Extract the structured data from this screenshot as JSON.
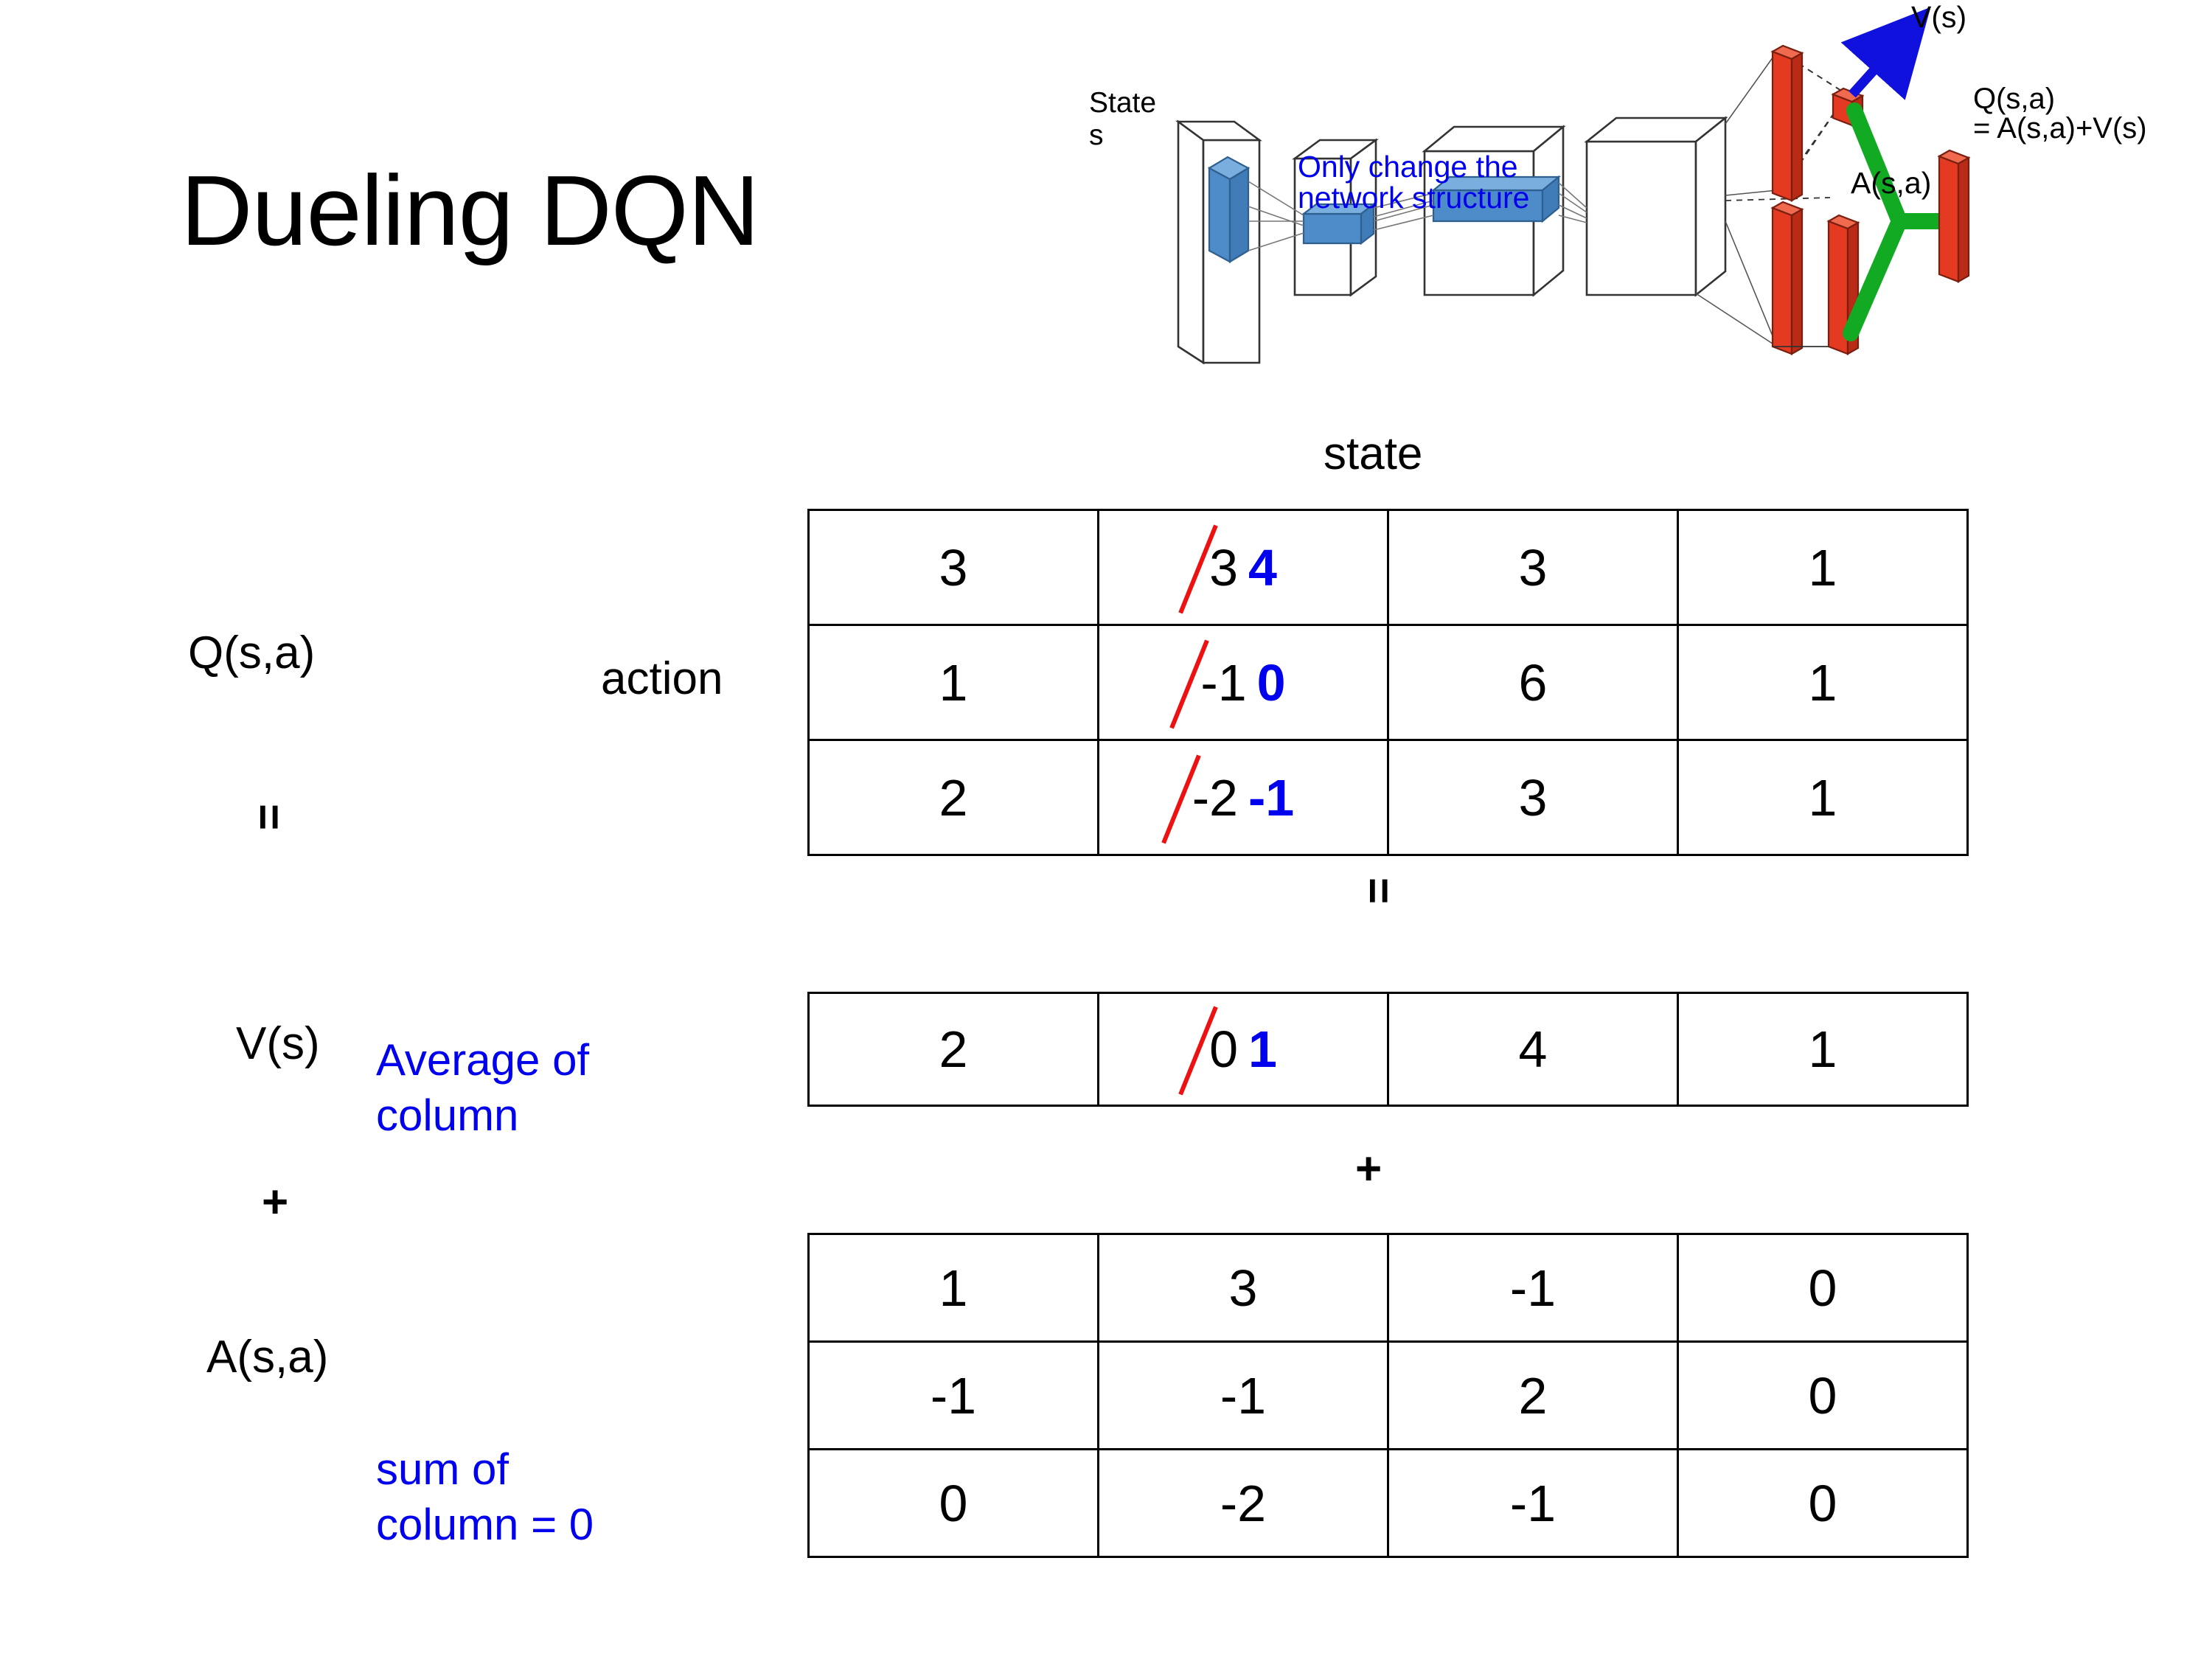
{
  "slide": {
    "title": "Dueling DQN"
  },
  "diagram": {
    "state_label_line1": "State",
    "state_label_line2": "s",
    "note_line1": "Only change the",
    "note_line2": "network structure",
    "v_label": "V(s)",
    "a_label": "A(s,a)",
    "q_label_line1": "Q(s,a)",
    "q_label_line2": "= A(s,a)+V(s)",
    "colors": {
      "note": "#0000ee",
      "arrow": "#1111dd",
      "bar": "#ee3311",
      "merge": "#11aa22",
      "layer_fill": "#5b9bd5"
    }
  },
  "labels": {
    "state_axis": "state",
    "action_axis": "action",
    "q": "Q(s,a)",
    "v": "V(s)",
    "a": "A(s,a)",
    "equals": "=",
    "plus": "+",
    "avg_note_line1": "Average of",
    "avg_note_line2": "column",
    "sum_note_line1": "sum of",
    "sum_note_line2": "column = 0",
    "note_color": "#0000ee"
  },
  "chart_data": {
    "type": "table",
    "title": "Dueling DQN  Q(s,a) = V(s) + A(s,a)",
    "xlabel": "state",
    "ylabel": "action",
    "tables": [
      {
        "name": "Q(s,a)",
        "rows": [
          [
            "3",
            "3",
            "3",
            "1"
          ],
          [
            "1",
            "-1",
            "6",
            "1"
          ],
          [
            "2",
            "-2",
            "3",
            "1"
          ]
        ],
        "edits": [
          {
            "row": 0,
            "col": 1,
            "old": "3",
            "new": "4"
          },
          {
            "row": 1,
            "col": 1,
            "old": "-1",
            "new": "0"
          },
          {
            "row": 2,
            "col": 1,
            "old": "-2",
            "new": "-1"
          }
        ]
      },
      {
        "name": "V(s)",
        "rows": [
          [
            "2",
            "0",
            "4",
            "1"
          ]
        ],
        "edits": [
          {
            "row": 0,
            "col": 1,
            "old": "0",
            "new": "1"
          }
        ]
      },
      {
        "name": "A(s,a)",
        "rows": [
          [
            "1",
            "3",
            "-1",
            "0"
          ],
          [
            "-1",
            "-1",
            "2",
            "0"
          ],
          [
            "0",
            "-2",
            "-1",
            "0"
          ]
        ],
        "edits": []
      }
    ]
  },
  "tables": {
    "q": {
      "r0": {
        "c0": "3",
        "c1_old": "3",
        "c1_new": "4",
        "c2": "3",
        "c3": "1"
      },
      "r1": {
        "c0": "1",
        "c1_old": "-1",
        "c1_new": "0",
        "c2": "6",
        "c3": "1"
      },
      "r2": {
        "c0": "2",
        "c1_old": "-2",
        "c1_new": "-1",
        "c2": "3",
        "c3": "1"
      }
    },
    "v": {
      "r0": {
        "c0": "2",
        "c1_old": "0",
        "c1_new": "1",
        "c2": "4",
        "c3": "1"
      }
    },
    "a": {
      "r0": {
        "c0": "1",
        "c1": "3",
        "c2": "-1",
        "c3": "0"
      },
      "r1": {
        "c0": "-1",
        "c1": "-1",
        "c2": "2",
        "c3": "0"
      },
      "r2": {
        "c0": "0",
        "c1": "-2",
        "c2": "-1",
        "c3": "0"
      }
    }
  }
}
